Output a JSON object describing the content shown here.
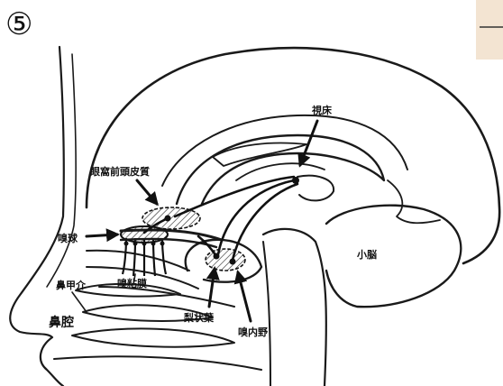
{
  "step_marker": "⑤",
  "labels": {
    "thalamus": "視床",
    "orbitofrontal_cortex": "眼窩前頭皮質",
    "olfactory_bulb": "嗅球",
    "olfactory_mucosa": "嗅粘膜",
    "nasal_concha": "鼻甲介",
    "nasal_cavity": "鼻腔",
    "piriform_lobe": "梨状葉",
    "entorhinal_area": "嗅内野",
    "cerebellum": "小脳"
  },
  "colors": {
    "ink": "#1a1a1a",
    "corner_tab": "#f3e4d2",
    "corner_line": "#333333"
  }
}
